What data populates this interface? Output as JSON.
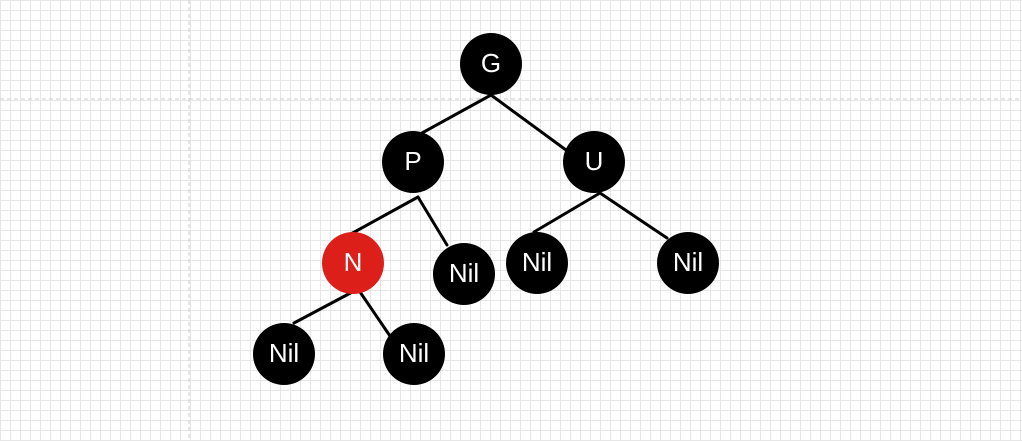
{
  "colors": {
    "black_node": "#000000",
    "red_node": "#dd1f1a",
    "edge": "#000000",
    "label": "#ffffff",
    "guide_line": "#cccccc"
  },
  "nodes": [
    {
      "id": "g",
      "label": "G",
      "color": "black"
    },
    {
      "id": "p",
      "label": "P",
      "color": "black"
    },
    {
      "id": "u",
      "label": "U",
      "color": "black"
    },
    {
      "id": "n",
      "label": "N",
      "color": "red"
    },
    {
      "id": "p-nil",
      "label": "Nil",
      "color": "black"
    },
    {
      "id": "u-nil-left",
      "label": "Nil",
      "color": "black"
    },
    {
      "id": "u-nil-right",
      "label": "Nil",
      "color": "black"
    },
    {
      "id": "n-nil-left",
      "label": "Nil",
      "color": "black"
    },
    {
      "id": "n-nil-right",
      "label": "Nil",
      "color": "black"
    }
  ],
  "edges": [
    {
      "from": "g",
      "to": "p"
    },
    {
      "from": "g",
      "to": "u"
    },
    {
      "from": "p",
      "to": "n"
    },
    {
      "from": "p",
      "to": "p-nil"
    },
    {
      "from": "u",
      "to": "u-nil-left"
    },
    {
      "from": "u",
      "to": "u-nil-right"
    },
    {
      "from": "n",
      "to": "n-nil-left"
    },
    {
      "from": "n",
      "to": "n-nil-right"
    }
  ]
}
